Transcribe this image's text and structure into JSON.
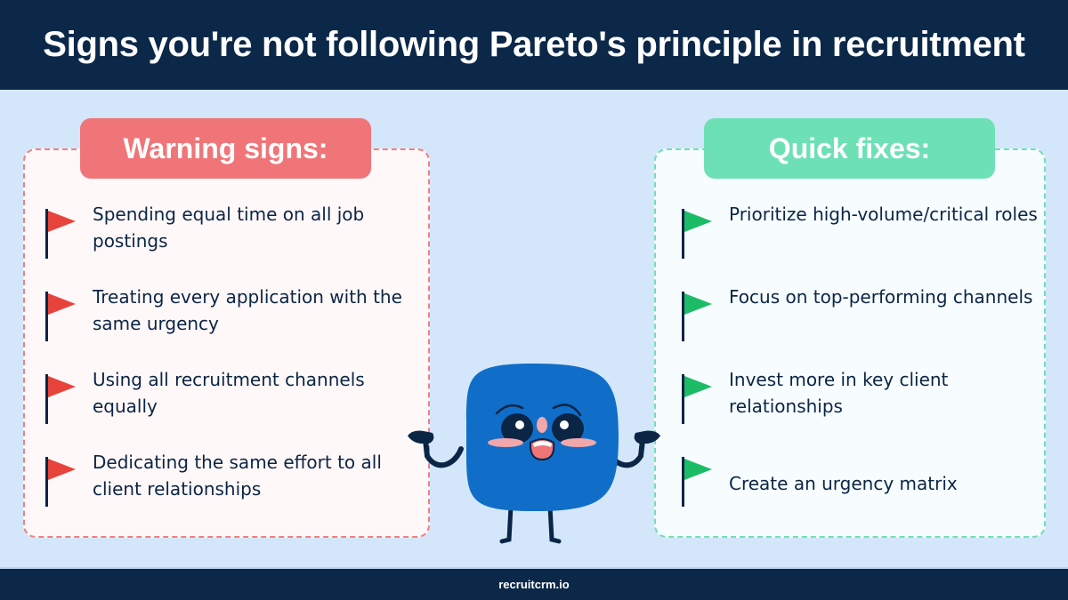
{
  "header": {
    "title": "Signs you're not following Pareto's principle in recruitment"
  },
  "warning": {
    "title": "Warning signs:",
    "color": "#f07579",
    "flag_color": "#e8433b",
    "items": [
      "Spending equal time on all job postings",
      "Treating every application with the same urgency",
      "Using all recruitment channels equally",
      "Dedicating the same effort to all client relationships"
    ]
  },
  "fixes": {
    "title": "Quick fixes:",
    "color": "#6ee0b6",
    "flag_color": "#1cbc67",
    "items": [
      "Prioritize high-volume/critical roles",
      "Focus on top-performing channels",
      "Invest more in key client relationships",
      "Create an urgency matrix"
    ]
  },
  "footer": {
    "text": "recruitcrm.io"
  }
}
